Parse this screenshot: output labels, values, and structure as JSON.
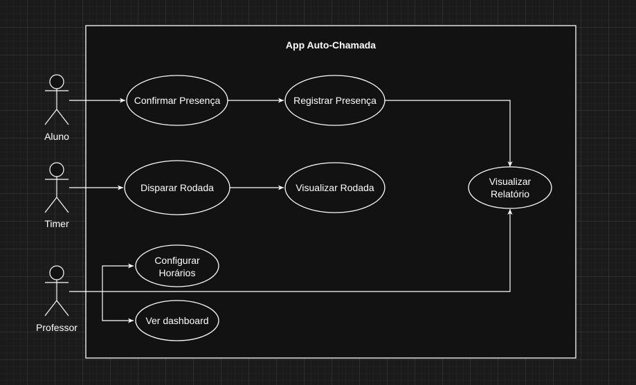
{
  "system": {
    "title": "App Auto-Chamada"
  },
  "actors": {
    "aluno": "Aluno",
    "timer": "Timer",
    "professor": "Professor"
  },
  "use_cases": {
    "confirmar_presenca": "Confirmar Presença",
    "registrar_presenca": "Registrar Presença",
    "disparar_rodada": "Disparar Rodada",
    "visualizar_rodada": "Visualizar Rodada",
    "configurar_horarios_line1": "Configurar",
    "configurar_horarios_line2": "Horários",
    "ver_dashboard": "Ver dashboard",
    "visualizar_relatorio_line1": "Visualizar",
    "visualizar_relatorio_line2": "Relatório"
  }
}
